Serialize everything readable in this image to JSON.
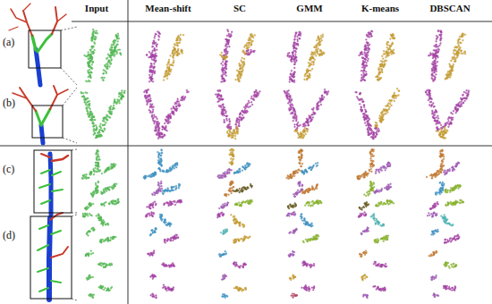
{
  "diagram": {
    "labels": [
      "Input",
      "Mean-shift",
      "SC",
      "GMM",
      "K-means",
      "DBSCAN",
      "(a)",
      "(b)",
      "(c)",
      "(d)"
    ]
  }
}
